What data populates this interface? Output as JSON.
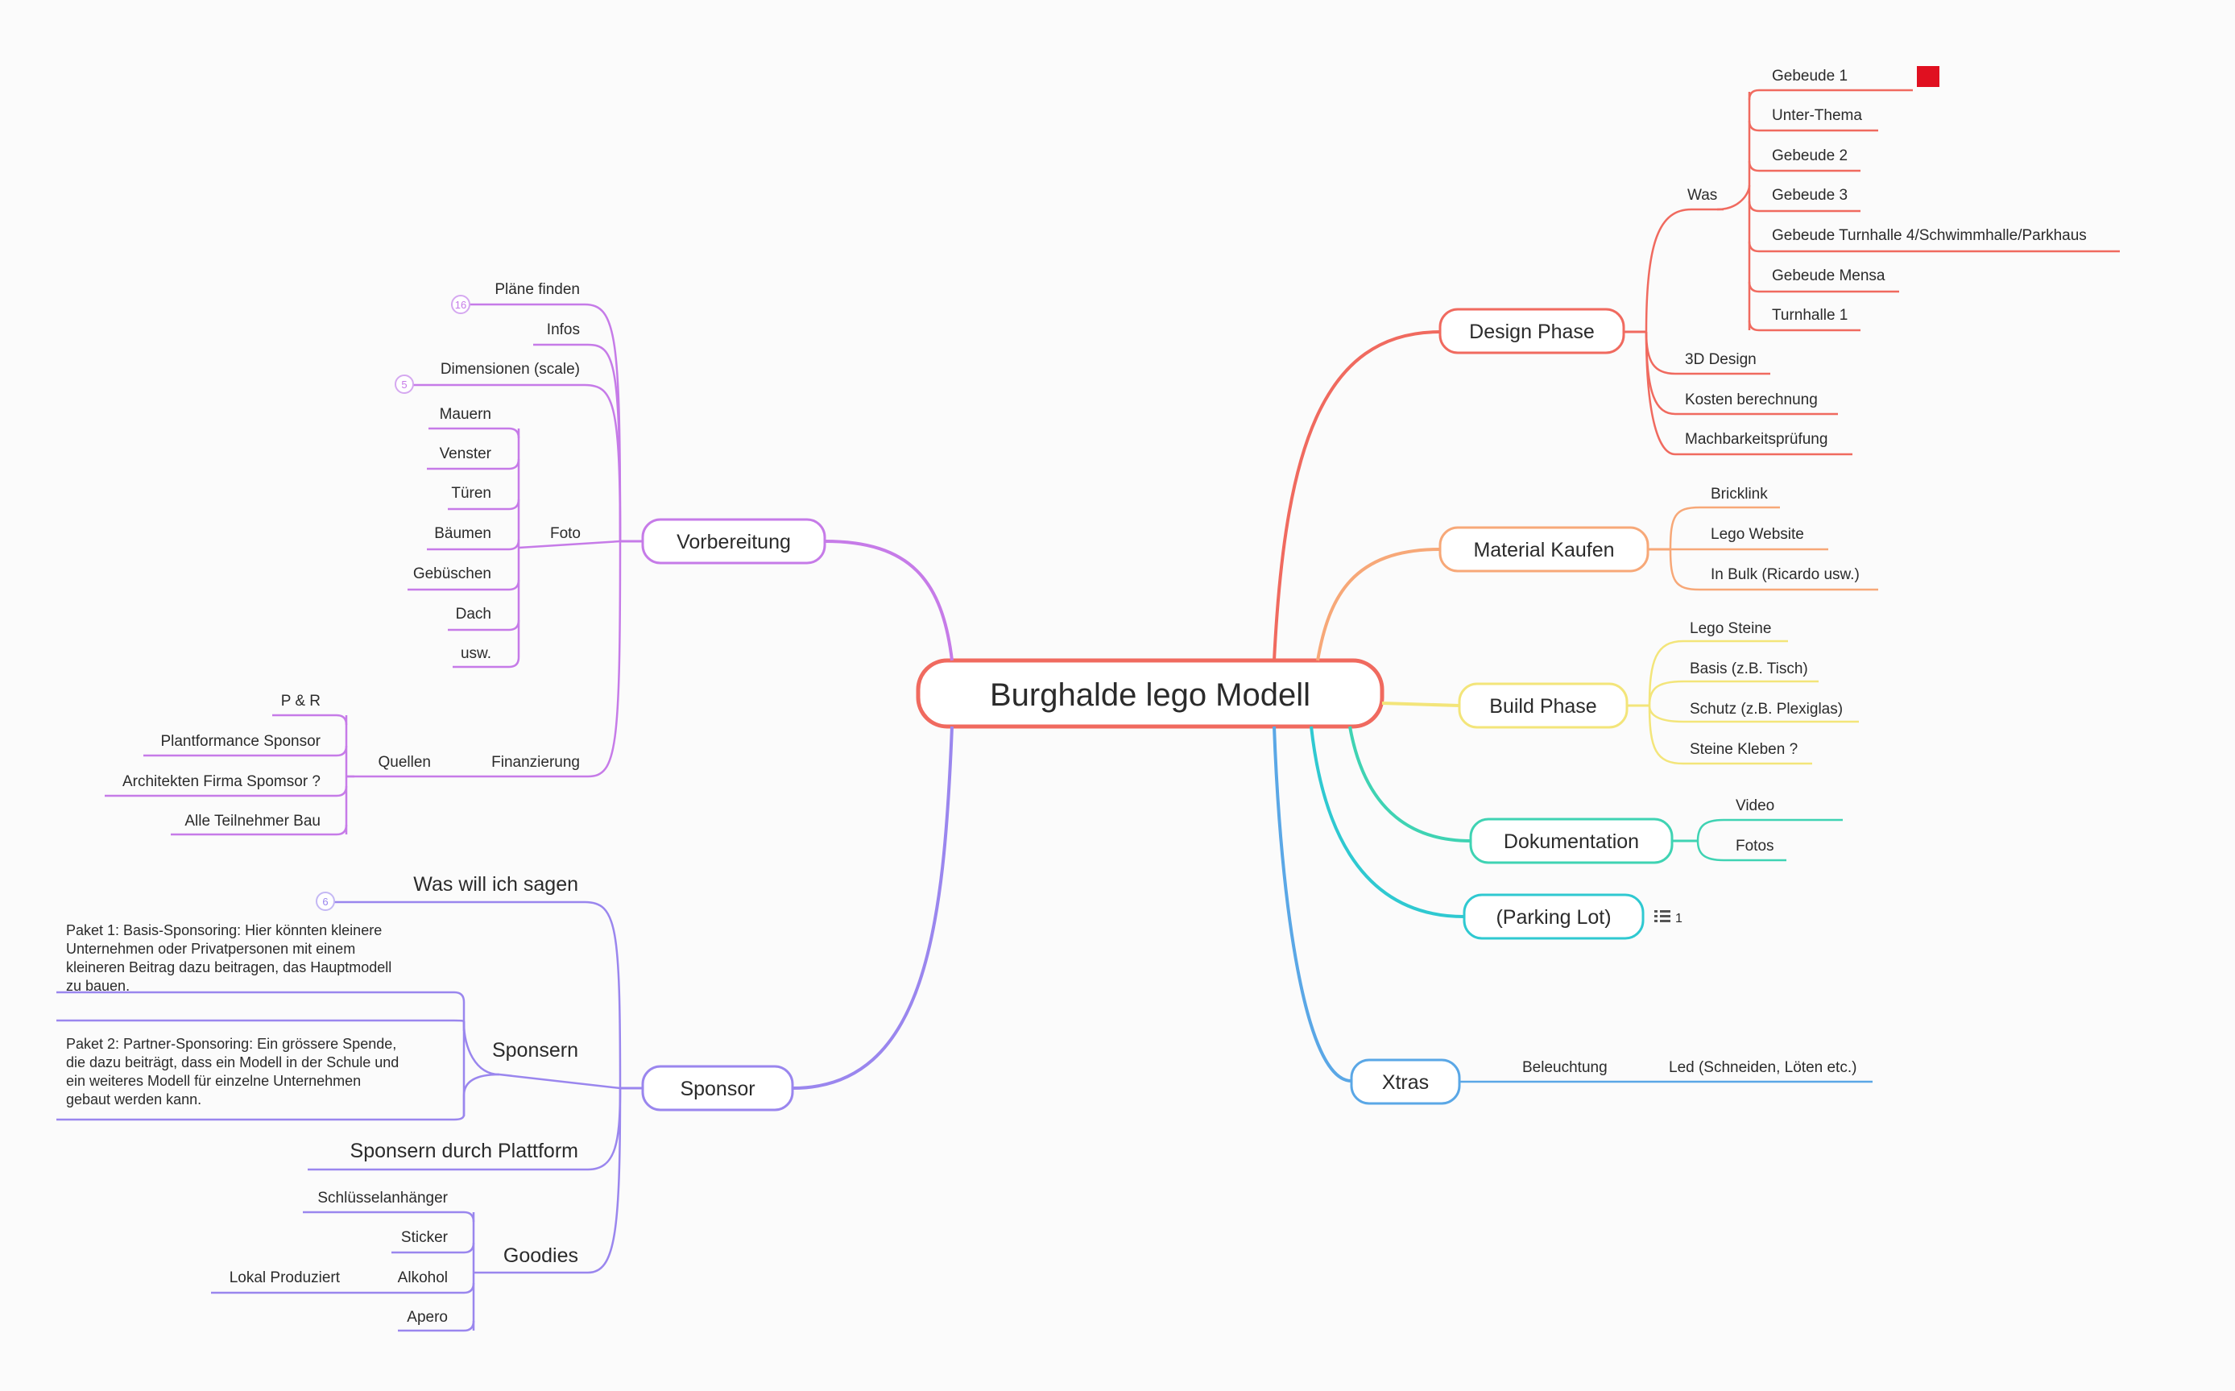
{
  "root": {
    "label": "Burghalde lego Modell",
    "color": "#f06a5f"
  },
  "colors": {
    "design": "#f06a5f",
    "material": "#f7a878",
    "build": "#f3e57a",
    "doku": "#3fd3b3",
    "parking": "#2fc9d1",
    "xtras": "#5aa7e6",
    "vorbereitung": "#c67be8",
    "sponsor": "#9a86ee"
  },
  "design": {
    "label": "Design Phase",
    "was": {
      "label": "Was",
      "items": [
        "Gebeude 1",
        "Unter-Thema",
        "Gebeude 2",
        "Gebeude 3",
        "Gebeude Turnhalle 4/Schwimmhalle/Parkhaus",
        "Gebeude Mensa",
        "Turnhalle 1"
      ]
    },
    "items": [
      "3D Design",
      "Kosten berechnung",
      "Machbarkeitsprüfung"
    ]
  },
  "material": {
    "label": "Material Kaufen",
    "items": [
      "Bricklink",
      "Lego Website",
      "In Bulk (Ricardo usw.)"
    ]
  },
  "build": {
    "label": "Build Phase",
    "items": [
      "Lego Steine",
      "Basis (z.B. Tisch)",
      "Schutz (z.B. Plexiglas)",
      "Steine Kleben ?"
    ]
  },
  "doku": {
    "label": "Dokumentation",
    "items": [
      "Video",
      "Fotos"
    ]
  },
  "parking": {
    "label": "(Parking Lot)",
    "count": "1"
  },
  "xtras": {
    "label": "Xtras",
    "sub": "Beleuchtung",
    "leaf": "Led (Schneiden, Löten etc.)"
  },
  "vorbereitung": {
    "label": "Vorbereitung",
    "plaene": {
      "label": "Pläne finden",
      "badge": "16"
    },
    "infos": "Infos",
    "dimensionen": {
      "label": "Dimensionen (scale)",
      "badge": "5"
    },
    "foto": {
      "label": "Foto",
      "items": [
        "Mauern",
        "Venster",
        "Türen",
        "Bäumen",
        "Gebüschen",
        "Dach",
        "usw."
      ]
    },
    "finanzierung": {
      "label": "Finanzierung",
      "quellen": {
        "label": "Quellen",
        "items": [
          "P & R",
          "Plantformance Sponsor",
          "Architekten Firma Spomsor ?",
          "Alle Teilnehmer Bau"
        ]
      }
    }
  },
  "sponsor": {
    "label": "Sponsor",
    "was_will": {
      "label": "Was will ich sagen",
      "badge": "6"
    },
    "sponsern": {
      "label": "Sponsern",
      "paket1": [
        "Paket 1: Basis-Sponsoring: Hier könnten kleinere",
        "Unternehmen oder Privatpersonen mit einem",
        "kleineren Beitrag dazu beitragen, das Hauptmodell",
        "zu bauen."
      ],
      "paket2": [
        "Paket 2: Partner-Sponsoring: Ein grössere Spende,",
        "die dazu beiträgt, dass ein Modell in der Schule und",
        "ein weiteres Modell für einzelne Unternehmen",
        "gebaut werden kann."
      ]
    },
    "plattform": "Sponsern durch Plattform",
    "goodies": {
      "label": "Goodies",
      "items": [
        "Schlüsselanhänger",
        "Sticker",
        "Alkohol",
        "Apero"
      ],
      "alkohol_sub": "Lokal Produziert"
    }
  }
}
